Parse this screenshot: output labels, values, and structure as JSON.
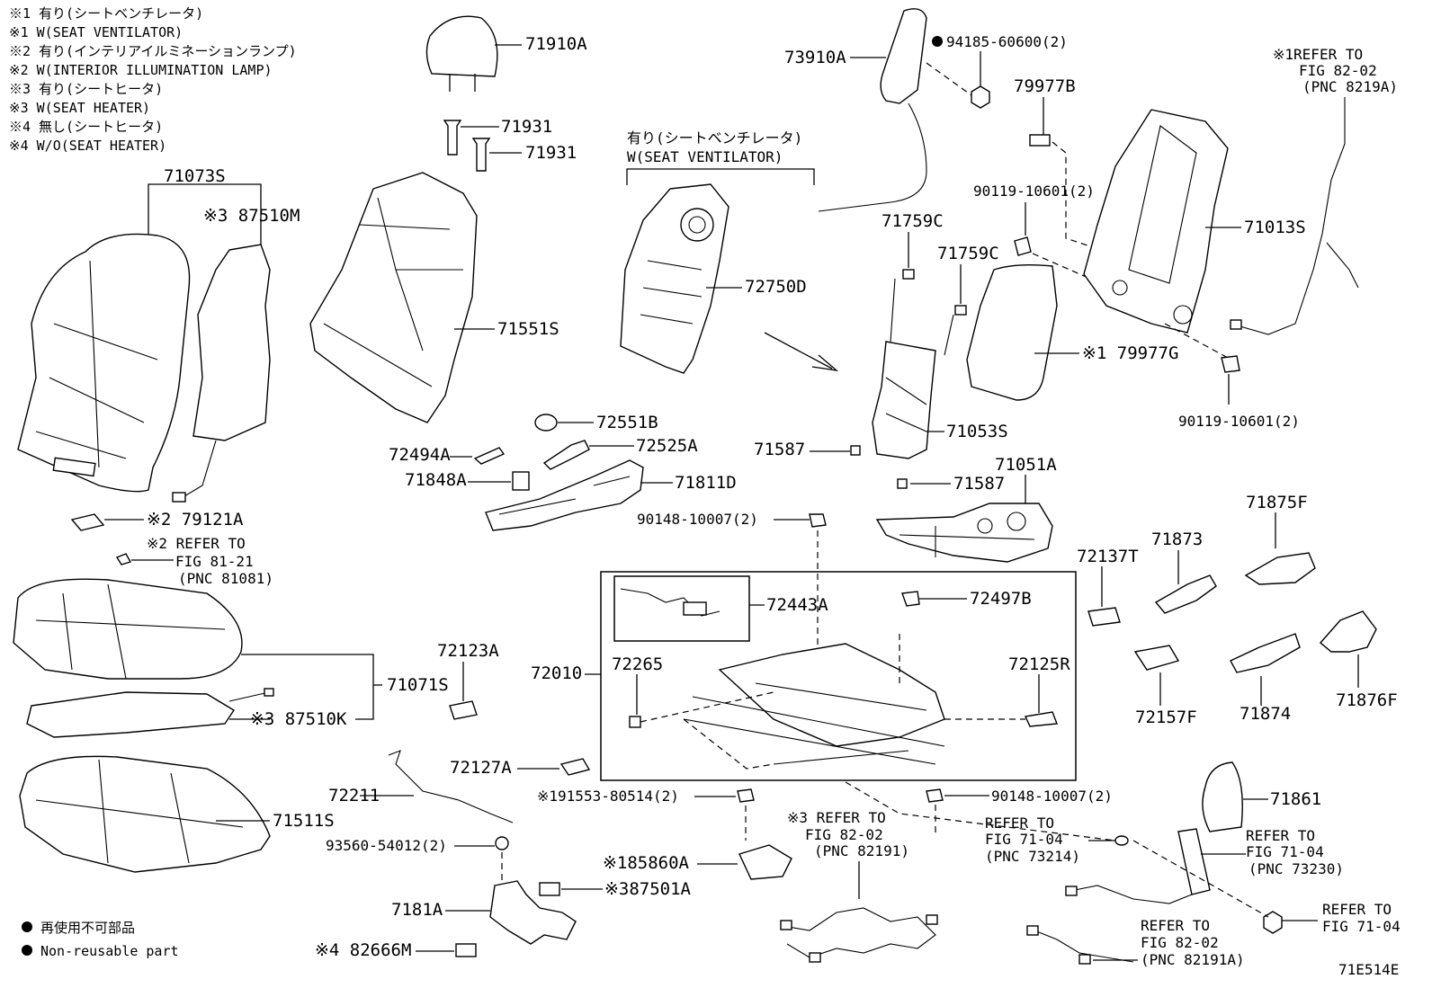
{
  "notes": [
    "※1 有り(シートベンチレータ)",
    "※1 W(SEAT VENTILATOR)",
    "※2 有り(インテリアイルミネーションランプ)",
    "※2 W(INTERIOR ILLUMINATION LAMP)",
    "※3 有り(シートヒータ)",
    "※3 W(SEAT HEATER)",
    "※4 無し(シートヒータ)",
    "※4 W/O(SEAT HEATER)"
  ],
  "labels": {
    "p71073S": "71073S",
    "p87510M": "※3 87510M",
    "p71910A": "71910A",
    "p71931a": "71931",
    "p71931b": "71931",
    "p71551S": "71551S",
    "ventJa": "有り(シートベンチレータ)",
    "ventEn": "W(SEAT VENTILATOR)",
    "p72750D": "72750D",
    "p73910A": "73910A",
    "p94185": "94185-60600(2)",
    "p79977B": "79977B",
    "p90119a": "90119-10601(2)",
    "p71759Ca": "71759C",
    "p71759Cb": "71759C",
    "p71013S": "71013S",
    "ref1a": "※1REFER TO",
    "ref1b": "FIG 82-02",
    "ref1c": "(PNC 8219A)",
    "p79977G": "※1 79977G",
    "p90119b": "90119-10601(2)",
    "p72551B": "72551B",
    "p72525A": "72525A",
    "p72494A": "72494A",
    "p71848A": "71848A",
    "p71811D": "71811D",
    "p71587a": "71587",
    "p71053S": "71053S",
    "p71051A": "71051A",
    "p71587b": "71587",
    "p79121A": "※2 79121A",
    "ref2a": "※2 REFER TO",
    "ref2b": "FIG 81-21",
    "ref2c": "(PNC 81081)",
    "p90148a": "90148-10007(2)",
    "p72443A": "72443A",
    "p72497B": "72497B",
    "p72137T": "72137T",
    "p71873": "71873",
    "p71875F": "71875F",
    "p71071S": "71071S",
    "p87510K": "※3 87510K",
    "p72123A": "72123A",
    "p72010": "72010",
    "p72265": "72265",
    "p72125R": "72125R",
    "p72157F": "72157F",
    "p71874": "71874",
    "p71876F": "71876F",
    "p72127A": "72127A",
    "p72211": "72211",
    "p71511S": "71511S",
    "p91553": "※191553-80514(2)",
    "p90148b": "90148-10007(2)",
    "p71861": "71861",
    "p93560": "93560-54012(2)",
    "p85860A": "※185860A",
    "ref3a": "※3 REFER TO",
    "ref3b": "FIG 82-02",
    "ref3c": "(PNC 82191)",
    "ref4a": "REFER TO",
    "ref4b": "FIG 71-04",
    "ref4c": "(PNC 73214)",
    "ref5a": "REFER TO",
    "ref5b": "FIG 71-04",
    "ref5c": "(PNC 73230)",
    "p7181A": "7181A",
    "p87501A": "※387501A",
    "ref6a": "REFER TO",
    "ref6b": "FIG 71-04",
    "ref7a": "REFER TO",
    "ref7b": "FIG 82-02",
    "ref7c": "(PNC 82191A)",
    "p82666M": "※4 82666M"
  },
  "legend": {
    "ja": "再使用不可部品",
    "en": "Non-reusable part"
  },
  "figure_id": "71E514E"
}
